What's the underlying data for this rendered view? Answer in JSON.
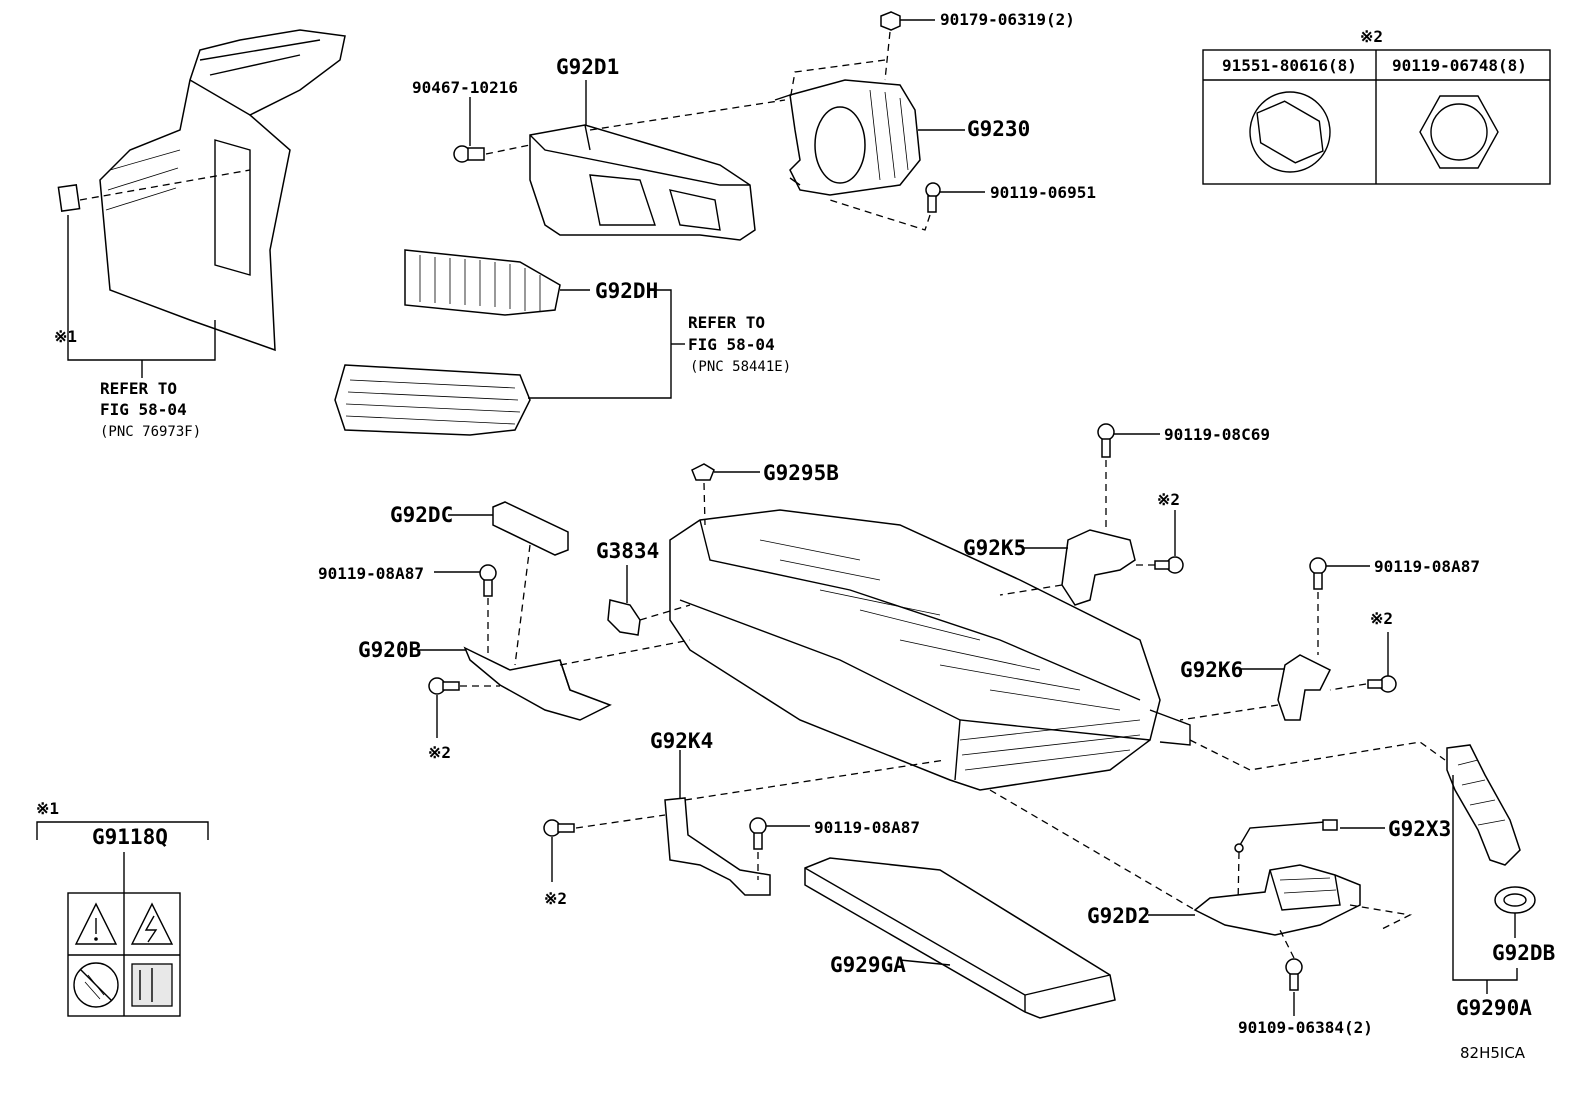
{
  "diagram_code": "82H5ICA",
  "labels": {
    "g92d1": "G92D1",
    "g9230": "G9230",
    "g92dh": "G92DH",
    "g9295b": "G9295B",
    "g92dc": "G92DC",
    "g3834": "G3834",
    "g92k5": "G92K5",
    "g920b": "G920B",
    "g92k6": "G92K6",
    "g92k4": "G92K4",
    "g91180": "G9118Q",
    "g92x3": "G92X3",
    "g92d2": "G92D2",
    "g929ga": "G929GA",
    "g92db": "G92DB",
    "g9290a": "G9290A",
    "p90179": "90179-06319(2)",
    "p90467": "90467-10216",
    "p90119_06951": "90119-06951",
    "p90119_08c69": "90119-08C69",
    "p90119_08a87_a": "90119-08A87",
    "p90119_08a87_b": "90119-08A87",
    "p90119_08a87_c": "90119-08A87",
    "p90109": "90109-06384(2)"
  },
  "notes": {
    "mark1": "※1",
    "mark2": "※2",
    "box1_mark": "※1",
    "refer_left_1": "REFER TO",
    "refer_left_2": "FIG 58-04",
    "refer_left_3": "(PNC 76973F)",
    "refer_mid_1": "REFER TO",
    "refer_mid_2": "FIG 58-04",
    "refer_mid_3": "(PNC 58441E)"
  },
  "table": {
    "header_mark": "※2",
    "col1": "91551-80616(8)",
    "col2": "90119-06748(8)"
  }
}
